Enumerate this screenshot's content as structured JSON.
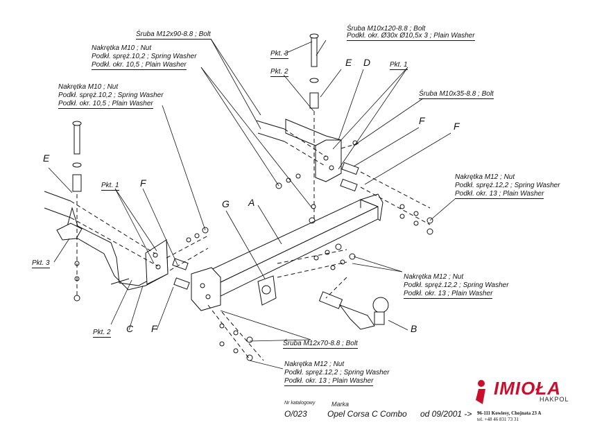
{
  "labels": {
    "sruba_m12x90": "Śruba M12x90-8.8 ; Bolt",
    "sruba_m10x120": "Śruba M10x120-8.8 ; Bolt",
    "podkl_30": "Podkł. okr.  Ø30x Ø10,5x 3 ; Plain Washer",
    "nut_m10_a_1": "Nakrętka  M10 ; Nut",
    "nut_m10_a_2": "Podkł. spręż.10,2 ; Spring Washer",
    "nut_m10_a_3": "Podkł. okr. 10,5 ; Plain Washer",
    "nut_m10_b_1": "Nakrętka  M10 ; Nut",
    "nut_m10_b_2": "Podkł. spręż.10,2 ; Spring Washer",
    "nut_m10_b_3": "Podkł. okr. 10,5 ; Plain Washer",
    "sruba_m10x35": "Śruba M10x35-8.8 ; Bolt",
    "nut_m12_r_1": "Nakrętka  M12 ; Nut",
    "nut_m12_r_2": "Podkł. spręż.12,2 ; Spring Washer",
    "nut_m12_r_3": "Podkł. okr. 13 ; Plain Washer",
    "nut_m12_m_1": "Nakrętka  M12 ; Nut",
    "nut_m12_m_2": "Podkł. spręż.12,2 ; Spring Washer",
    "nut_m12_m_3": "Podkł. okr. 13 ; Plain Washer",
    "sruba_m12x70": "Śruba M12x70-8.8 ; Bolt",
    "nut_m12_b_1": "Nakrętka  M12 ; Nut",
    "nut_m12_b_2": "Podkł. spręż.12,2 ; Spring Washer",
    "nut_m12_b_3": "Podkł. okr. 13 ; Plain Washer",
    "pkt1_top": "Pkt. 1",
    "pkt2_top": "Pkt. 2",
    "pkt3_top": "Pkt. 3",
    "pkt1_left": "Pkt. 1",
    "pkt2_left": "Pkt. 2",
    "pkt3_left": "Pkt. 3"
  },
  "part_letters": {
    "a": "A",
    "b": "B",
    "c": "C",
    "d": "D",
    "e_top": "E",
    "e_left": "E",
    "f_top1": "F",
    "f_top2": "F",
    "f_left1": "F",
    "f_left2": "F",
    "g": "G"
  },
  "footer": {
    "catalog_caption": "Nr katalogowy",
    "catalog_number": "O/023",
    "brand_caption": "Marka",
    "model": "Opel  Corsa  C Combo",
    "date": "od 09/2001 ->"
  },
  "logo": {
    "name": "IMIOŁA",
    "sub": "HAKPOL",
    "address": "96-111 Kowiesy, Chojnata 23 A",
    "phone": "tel. +48 46 831 73 31"
  },
  "colors": {
    "brand_red": "#c8102e",
    "ink": "#111111"
  }
}
